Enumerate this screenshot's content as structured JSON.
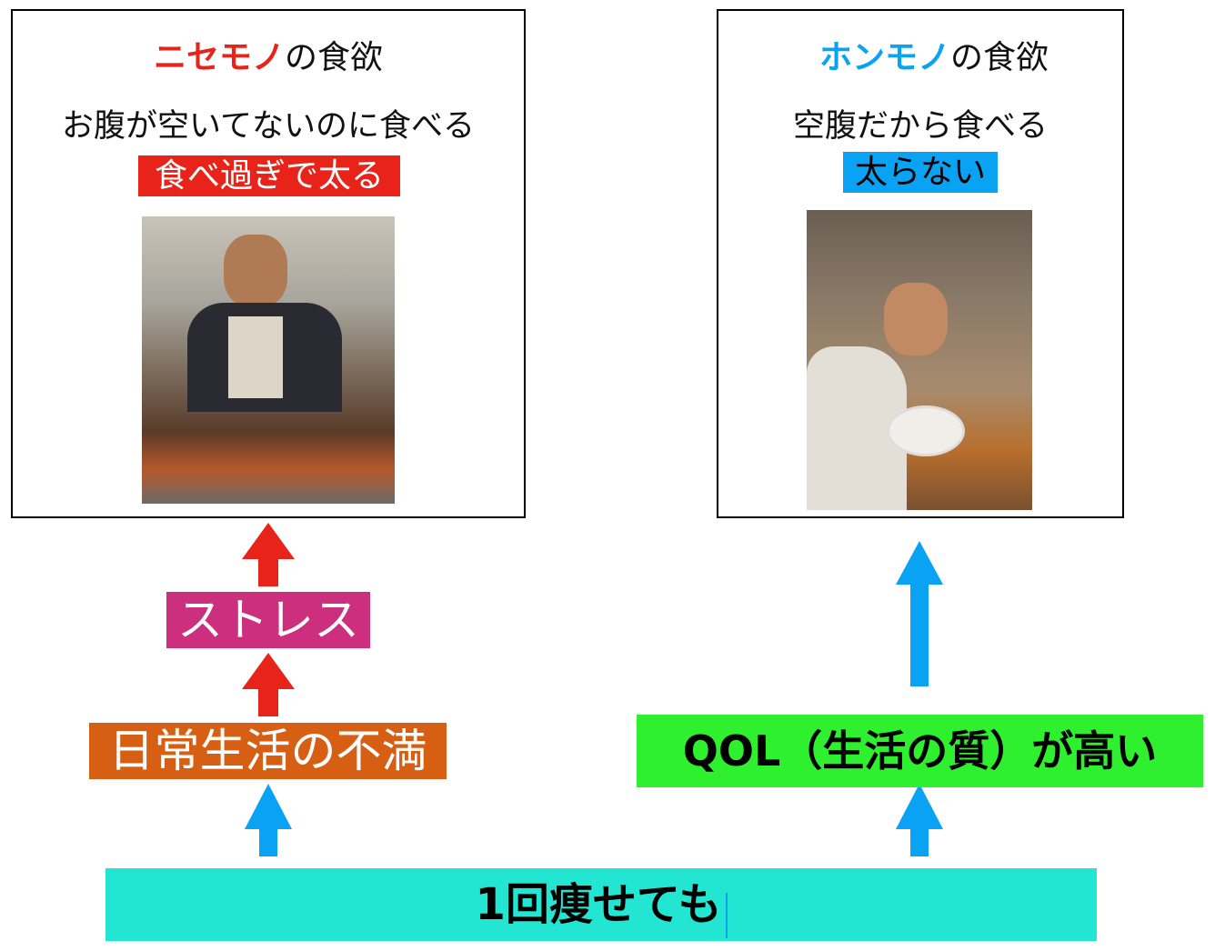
{
  "colors": {
    "fake": "#e8231a",
    "real": "#0aa2f2",
    "stress": "#cc2f7e",
    "dissatisfaction": "#d75f14",
    "qol": "#2ef02e",
    "base": "#22e6d2"
  },
  "left_panel": {
    "title_highlight": "ニセモノ",
    "title_rest": "の食欲",
    "description": "お腹が空いてないのに食べる",
    "result_label": "食べ過ぎで太る",
    "photo_icon": "photo-man-eating-hotpot"
  },
  "right_panel": {
    "title_highlight": "ホンモノ",
    "title_rest": "の食欲",
    "description": "空腹だから食べる",
    "result_label": "太らない",
    "photo_icon": "photo-man-with-ramen"
  },
  "stress_label": "ストレス",
  "dissatisfaction_label": "日常生活の不満",
  "qol_label": "QOL（生活の質）が高い",
  "base_label": "1回痩せても"
}
